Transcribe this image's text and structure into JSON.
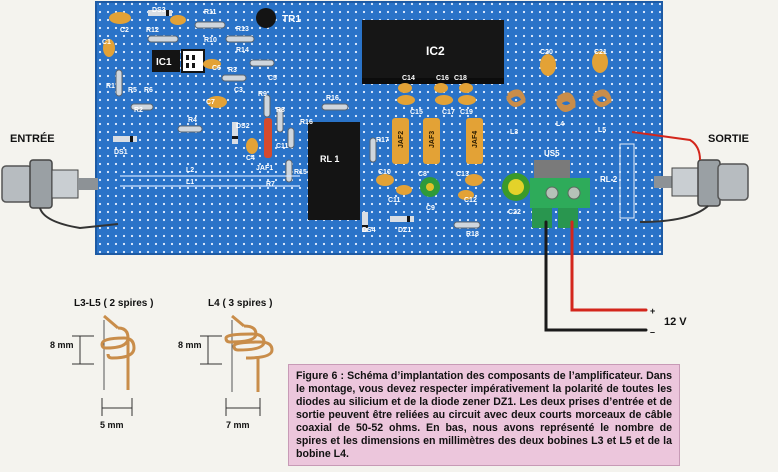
{
  "labels": {
    "entree": "ENTRÉE",
    "sortie": "SORTIE",
    "voltage": "12 V",
    "plus": "+",
    "minus": "–"
  },
  "components": {
    "ic1": "IC1",
    "ic2": "IC2",
    "tr1": "TR1",
    "rl1": "RL 1",
    "rl2": "RL 2",
    "us5": "US5",
    "ds1": "DS1",
    "ds2": "DS2",
    "ds3": "DS3",
    "ds4": "DS4",
    "dz1": "DZ1",
    "jaf1": "JAF1",
    "jaf2": "JAF2",
    "jaf3": "JAF3",
    "jaf4": "JAF4",
    "l1": "L1",
    "l2": "L2",
    "l3": "L3",
    "l4": "L4",
    "l5": "L5",
    "r1": "R1",
    "r2": "R2",
    "r3": "R3",
    "r4": "R4",
    "r5": "R5",
    "r6": "R6",
    "r7": "R7",
    "r8": "R8",
    "r9": "R9",
    "r10": "R10",
    "r11": "R11",
    "r12": "R12",
    "r13": "R13",
    "r14": "R14",
    "r15": "R15",
    "r16": "R16",
    "r17": "R17",
    "r18": "R18",
    "c1": "C1",
    "c2": "C2",
    "c3": "C3",
    "c4": "C4",
    "c5": "C5",
    "c6": "C6",
    "c7": "C7",
    "c8": "C8",
    "c9": "C9",
    "c10": "C10",
    "c11": "C11",
    "c12": "C12",
    "c13": "C13",
    "c14": "C14",
    "c15": "C15",
    "c16": "C16",
    "c17": "C17",
    "c18": "C18",
    "c19": "C19",
    "c20": "C20",
    "c21": "C21",
    "c22": "C22"
  },
  "coils": {
    "l3l5": {
      "title": "L3-L5 ( 2 spires )",
      "height": "8 mm",
      "width": "5 mm"
    },
    "l4": {
      "title": "L4 ( 3 spires )",
      "height": "8 mm",
      "width": "7 mm"
    }
  },
  "caption": {
    "figure_label": "Figure 6 :",
    "text": "Schéma d’implantation des composants de l’amplificateur. Dans le montage, vous devez respecter impérativement la polarité de toutes les diodes au silicium et de la diode zener DZ1. Les deux prises d’entrée et de sortie peuvent être reliées au circuit avec deux courts morceaux de câble coaxial de 50-52 ohms. En bas, nous avons représenté le nombre de spires et les dimensions en millimètres des deux bobines L3 et L5 et de la bobine L4."
  },
  "colors": {
    "board": "#2a73c8",
    "board_edge": "#1d5aa4",
    "ground_dots": "#ffffff",
    "ic_body": "#1b1b1b",
    "capacitor": "#e3a236",
    "terminal_block": "#2eab5a",
    "wire_red": "#d3261c",
    "wire_black": "#1a1a1a",
    "coil_copper": "#c98d4a",
    "caption_bg": "#ecc6dc"
  }
}
